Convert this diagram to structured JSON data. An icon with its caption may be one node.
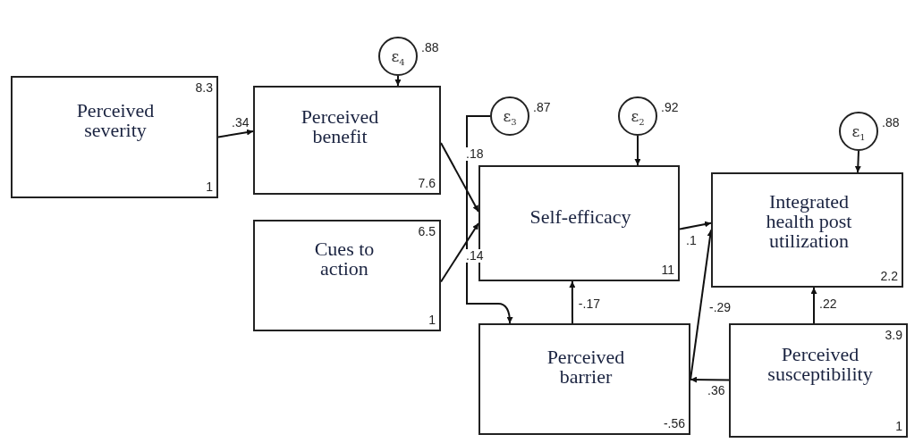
{
  "diagram": {
    "nodes": [
      {
        "text": [
          "Perceived severity",
          "8.3",
          "1"
        ]
      },
      {
        "text": [
          "Perceived benefit",
          "7.6"
        ]
      },
      {
        "text": [
          "Cues to action",
          "6.5",
          "1"
        ]
      },
      {
        "text": [
          "ε$_{4}$"
        ],
        "beside": [
          ".88"
        ]
      },
      {
        "text": [
          "ε$_{3}$"
        ],
        "beside": [
          ".87"
        ]
      },
      {
        "text": [
          "ε$_{2}$"
        ],
        "beside": [
          ".92"
        ]
      },
      {
        "text": [
          "Self-efficacy",
          "11"
        ]
      },
      {
        "text": [
          "ε$_{1}$"
        ],
        "beside": [
          ".88"
        ]
      },
      {
        "text": [
          "Integrated health post utilization",
          "2.2"
        ]
      },
      {
        "text": [
          "Perceived barrier",
          "-.56"
        ]
      },
      {
        "text": [
          "Perceived susceptibility",
          "3.9",
          "1"
        ]
      }
    ],
    "edges": [
      {
        "from": 0,
        "to": 1,
        "arrow": "to",
        "label": ".34"
      },
      {
        "from": 3,
        "to": 1,
        "arrow": "to"
      },
      {
        "from": 1,
        "to": 6,
        "arrow": "to",
        "label": ".18"
      },
      {
        "from": 2,
        "to": 6,
        "arrow": "to",
        "label": ".14"
      },
      {
        "from": 4,
        "to": 9,
        "arrow": "to"
      },
      {
        "from": 5,
        "to": 6,
        "arrow": "to"
      },
      {
        "from": 6,
        "to": 8,
        "arrow": "to",
        "label": ".1"
      },
      {
        "from": 9,
        "to": 6,
        "arrow": "to",
        "label": "-.17"
      },
      {
        "from": 9,
        "to": 8,
        "arrow": "to",
        "label": "-.29"
      },
      {
        "from": 10,
        "to": 9,
        "arrow": "to",
        "label": ".36"
      },
      {
        "from": 10,
        "to": 8,
        "arrow": "to",
        "label": ".22"
      },
      {
        "from": 7,
        "to": 8,
        "arrow": "to"
      }
    ]
  }
}
